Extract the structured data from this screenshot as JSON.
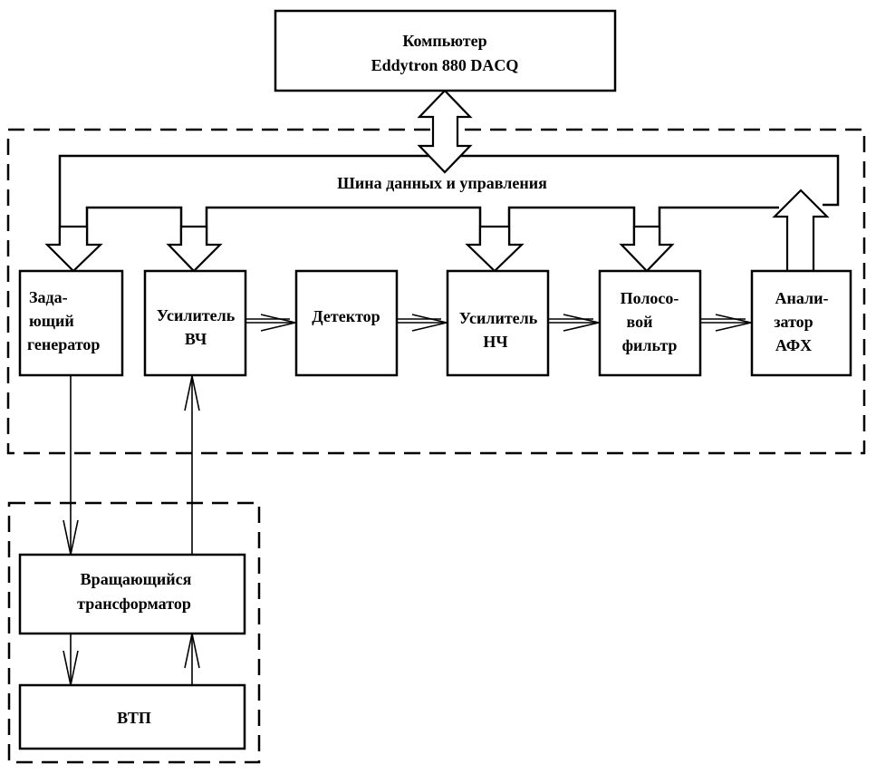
{
  "computer": {
    "line1": "Компьютер",
    "line2": "Eddytron 880 DACQ"
  },
  "bus_label": "Шина данных и управления",
  "blocks": {
    "generator": {
      "line1": "Зада-",
      "line2": "ющий",
      "line3": "генератор"
    },
    "amp_hf": {
      "line1": "Усилитель",
      "line2": "ВЧ"
    },
    "detector": {
      "line1": "Детектор"
    },
    "amp_lf": {
      "line1": "Усилитель",
      "line2": "НЧ"
    },
    "bandpass": {
      "line1": "Полосо-",
      "line2": "вой",
      "line3": "фильтр"
    },
    "analyzer": {
      "line1": "Анали-",
      "line2": "затор",
      "line3": "АФХ"
    },
    "transformer": {
      "line1": "Вращающийся",
      "line2": "трансформатор"
    },
    "probe": {
      "line1": "ВТП"
    }
  }
}
